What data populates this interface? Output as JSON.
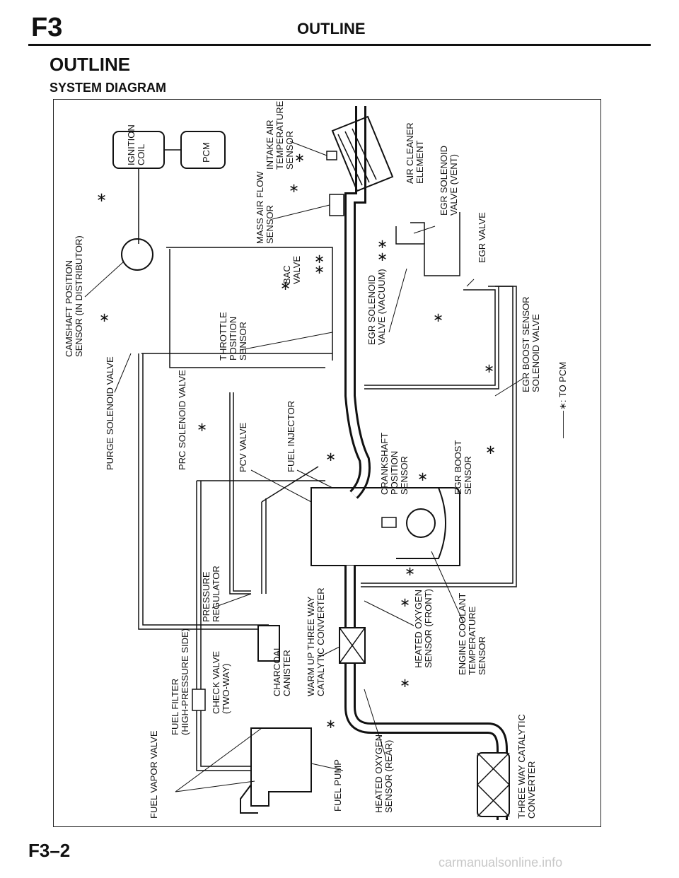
{
  "header": {
    "section_code": "F3",
    "title": "OUTLINE"
  },
  "section_title": "OUTLINE",
  "subtitle": "SYSTEM DIAGRAM",
  "page_number": "F3–2",
  "watermark": "carmanualsonline.info",
  "diagram": {
    "asterisk": "∗",
    "legend": "∗: TO PCM",
    "boxes": {
      "ignition_coil": [
        "IGNITION",
        "COIL"
      ],
      "pcm": "PCM"
    },
    "labels": {
      "camshaft_position_sensor": [
        "CAMSHAFT POSITION",
        "SENSOR (IN DISTRIBUTOR)"
      ],
      "purge_solenoid_valve": [
        "PURGE SOLENOID VALVE"
      ],
      "prc_solenoid_valve": [
        "PRC SOLENOID VALVE"
      ],
      "throttle_position_sensor": [
        "THROTTLE",
        "POSITION",
        "SENSOR"
      ],
      "bac_valve": [
        "BAC",
        "VALVE"
      ],
      "mass_air_flow_sensor": [
        "MASS AIR FLOW",
        "SENSOR"
      ],
      "intake_air_temperature_sensor": [
        "INTAKE AIR",
        "TEMPERATURE",
        "SENSOR"
      ],
      "air_cleaner_element": [
        "AIR CLEANER",
        "ELEMENT"
      ],
      "egr_solenoid_valve_vent": [
        "EGR SOLENOID",
        "VALVE (VENT)"
      ],
      "egr_valve": [
        "EGR VALVE"
      ],
      "egr_solenoid_valve_vacuum": [
        "EGR SOLENOID",
        "VALVE (VACUUM)"
      ],
      "egr_boost_sensor_solenoid_valve": [
        "EGR BOOST SENSOR",
        "SOLENOID VALVE"
      ],
      "egr_boost_sensor": [
        "EGR BOOST",
        "SENSOR"
      ],
      "crankshaft_position_sensor": [
        "CRANKSHAFT",
        "POSITION",
        "SENSOR"
      ],
      "pcv_valve": [
        "PCV VALVE"
      ],
      "fuel_injector": [
        "FUEL INJECTOR"
      ],
      "pressure_regulator": [
        "PRESSURE",
        "REGULATOR"
      ],
      "heated_oxygen_sensor_front": [
        "HEATED OXYGEN",
        "SENSOR (FRONT)"
      ],
      "engine_coolant_temperature_sensor": [
        "ENGINE COOLANT",
        "TEMPERATURE",
        "SENSOR"
      ],
      "warm_up_three_way_catalytic_converter": [
        "WARM UP THREE WAY",
        "CATALYTIC CONVERTER"
      ],
      "charcoal_canister": [
        "CHARCOAL",
        "CANISTER"
      ],
      "check_valve": [
        "CHECK VALVE",
        "(TWO-WAY)"
      ],
      "fuel_filter": [
        "FUEL FILTER",
        "(HIGH-PRESSURE SIDE)"
      ],
      "fuel_vapor_valve": [
        "FUEL VAPOR VALVE"
      ],
      "fuel_pump": [
        "FUEL PUMP"
      ],
      "heated_oxygen_sensor_rear": [
        "HEATED OXYGEN",
        "SENSOR (REAR)"
      ],
      "three_way_catalytic_converter": [
        "THREE WAY CATALYTIC",
        "CONVERTER"
      ]
    }
  }
}
